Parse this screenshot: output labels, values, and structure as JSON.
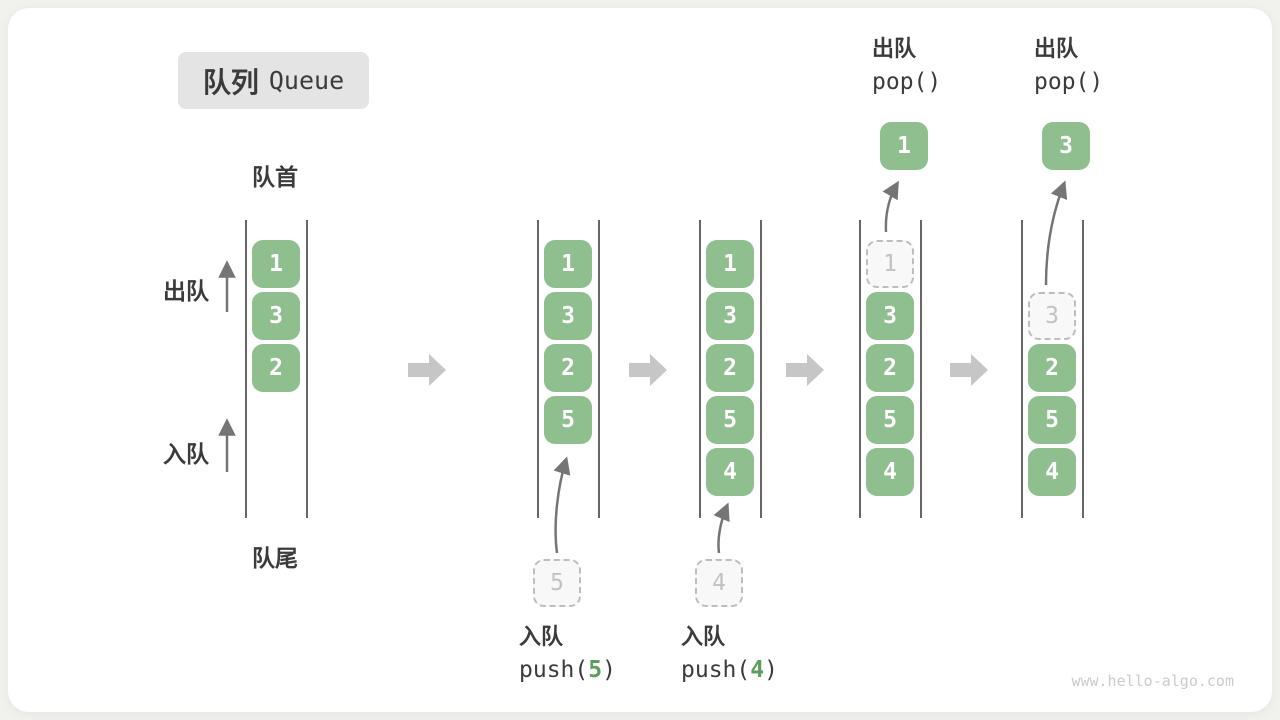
{
  "title": {
    "zh": "队列",
    "en": "Queue"
  },
  "labels": {
    "front": "队首",
    "rear": "队尾",
    "dequeue": "出队",
    "enqueue": "入队",
    "watermark": "www.hello-algo.com"
  },
  "colors": {
    "cell_green": "#8fbe8f",
    "cell_text": "#ffffff",
    "dashed_border": "#bdbdbd",
    "dashed_fill": "#f8f8f8",
    "dashed_text": "#c2c2c2",
    "wall_line": "#666666",
    "arrow_gray": "#757575",
    "block_arrow_gray": "#c6c6c6",
    "text_dark": "#3b3b3b",
    "accent_green": "#5c9e5c",
    "title_bg": "#e4e4e4",
    "watermark_gray": "#cbcbcb"
  },
  "states": [
    {
      "cells": [
        {
          "slot": 0,
          "value": "1"
        },
        {
          "slot": 1,
          "value": "3"
        },
        {
          "slot": 2,
          "value": "2"
        }
      ]
    },
    {
      "cells": [
        {
          "slot": 0,
          "value": "1"
        },
        {
          "slot": 1,
          "value": "3"
        },
        {
          "slot": 2,
          "value": "2"
        },
        {
          "slot": 3,
          "value": "5"
        }
      ],
      "enqueue": {
        "value": "5",
        "label": "入队",
        "code_before": "push(",
        "arg": "5",
        "code_after": ")"
      }
    },
    {
      "cells": [
        {
          "slot": 0,
          "value": "1"
        },
        {
          "slot": 1,
          "value": "3"
        },
        {
          "slot": 2,
          "value": "2"
        },
        {
          "slot": 3,
          "value": "5"
        },
        {
          "slot": 4,
          "value": "4"
        }
      ],
      "enqueue": {
        "value": "4",
        "label": "入队",
        "code_before": "push(",
        "arg": "4",
        "code_after": ")"
      }
    },
    {
      "cells": [
        {
          "slot": 0,
          "value": "1",
          "dashed": true
        },
        {
          "slot": 1,
          "value": "3"
        },
        {
          "slot": 2,
          "value": "2"
        },
        {
          "slot": 3,
          "value": "5"
        },
        {
          "slot": 4,
          "value": "4"
        }
      ],
      "dequeue": {
        "label": "出队",
        "code": "pop()",
        "value": "1"
      }
    },
    {
      "cells": [
        {
          "slot": 1,
          "value": "3",
          "dashed": true
        },
        {
          "slot": 2,
          "value": "2"
        },
        {
          "slot": 3,
          "value": "5"
        },
        {
          "slot": 4,
          "value": "4"
        }
      ],
      "dequeue": {
        "label": "出队",
        "code": "pop()",
        "value": "3"
      }
    }
  ]
}
